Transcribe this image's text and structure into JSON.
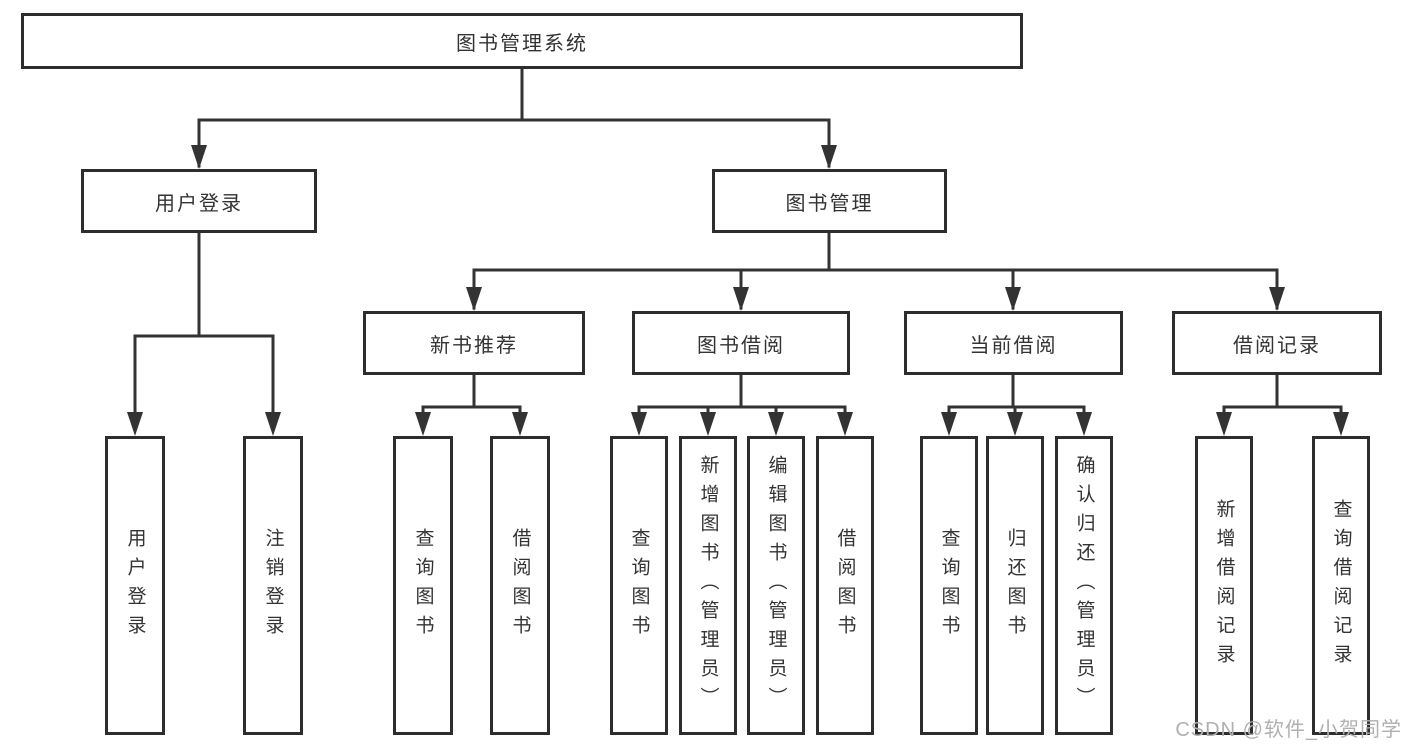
{
  "colors": {
    "line": "#333333",
    "box_border": "#2d2d2d",
    "box_fill": "#ffffff",
    "text": "#333333",
    "watermark": "#b0b0b0"
  },
  "diagram": {
    "root": {
      "label": "图书管理系统"
    },
    "branches": [
      {
        "label": "用户登录",
        "children": [
          {
            "label": "用户登录"
          },
          {
            "label": "注销登录"
          }
        ]
      },
      {
        "label": "图书管理",
        "children": [
          {
            "label": "新书推荐",
            "children": [
              {
                "label": "查询图书"
              },
              {
                "label": "借阅图书"
              }
            ]
          },
          {
            "label": "图书借阅",
            "children": [
              {
                "label": "查询图书"
              },
              {
                "label": "新增图书（管理员）"
              },
              {
                "label": "编辑图书（管理员）"
              },
              {
                "label": "借阅图书"
              }
            ]
          },
          {
            "label": "当前借阅",
            "children": [
              {
                "label": "查询图书"
              },
              {
                "label": "归还图书"
              },
              {
                "label": "确认归还（管理员）"
              }
            ]
          },
          {
            "label": "借阅记录",
            "children": [
              {
                "label": "新增借阅记录"
              },
              {
                "label": "查询借阅记录"
              }
            ]
          }
        ]
      }
    ]
  },
  "watermark": {
    "text": "CSDN @软件_小贺同学"
  }
}
